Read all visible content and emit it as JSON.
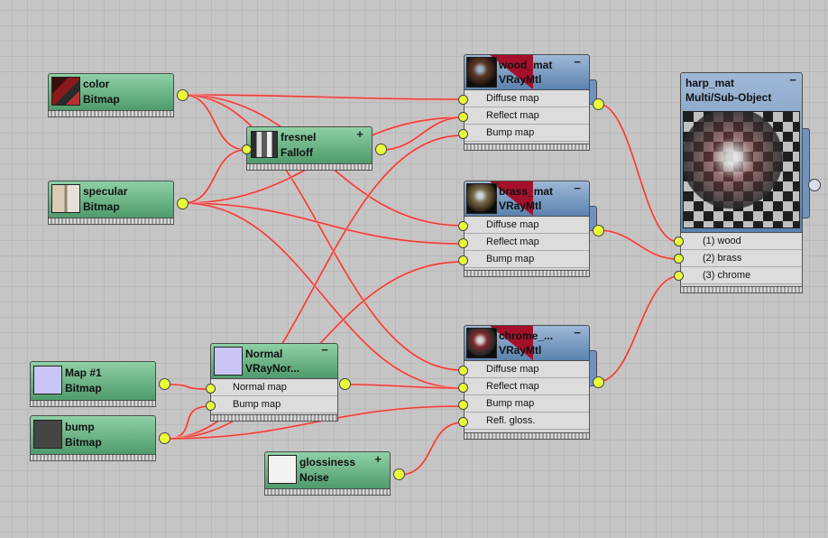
{
  "nodes": {
    "color": {
      "name": "color",
      "type": "Bitmap"
    },
    "specular": {
      "name": "specular",
      "type": "Bitmap"
    },
    "fresnel": {
      "name": "fresnel",
      "type": "Falloff",
      "button": "+"
    },
    "map1": {
      "name": "Map #1",
      "type": "Bitmap"
    },
    "bump": {
      "name": "bump",
      "type": "Bitmap"
    },
    "normal": {
      "name": "Normal",
      "type": "VRayNor...",
      "button": "−",
      "slots": [
        "Normal map",
        "Bump map"
      ]
    },
    "glossiness": {
      "name": "glossiness",
      "type": "Noise",
      "button": "+"
    },
    "wood_mat": {
      "name": "wood_mat",
      "type": "VRayMtl",
      "button": "−",
      "slots": [
        "Diffuse map",
        "Reflect map",
        "Bump map"
      ]
    },
    "brass_mat": {
      "name": "brass_mat",
      "type": "VRayMtl",
      "button": "−",
      "slots": [
        "Diffuse map",
        "Reflect map",
        "Bump map"
      ]
    },
    "chrome_mat": {
      "name": "chrome_...",
      "type": "VRayMtl",
      "button": "−",
      "slots": [
        "Diffuse map",
        "Reflect map",
        "Bump map",
        "Refl. gloss."
      ]
    },
    "harp_mat": {
      "name": "harp_mat",
      "type": "Multi/Sub-Object",
      "button": "−",
      "slots": [
        "(1) wood",
        "(2) brass",
        "(3) chrome"
      ]
    }
  },
  "icons": {
    "map_thumb": "bitmap-thumbnail",
    "material_preview": "sphere-preview",
    "expand": "plus-icon",
    "collapse": "minus-icon"
  },
  "colors": {
    "map_node": "#5fae7c",
    "material_node": "#6e93bf",
    "wire": "#e0413a",
    "socket": "#e8ff3a",
    "material_flag": "#a4102a"
  }
}
